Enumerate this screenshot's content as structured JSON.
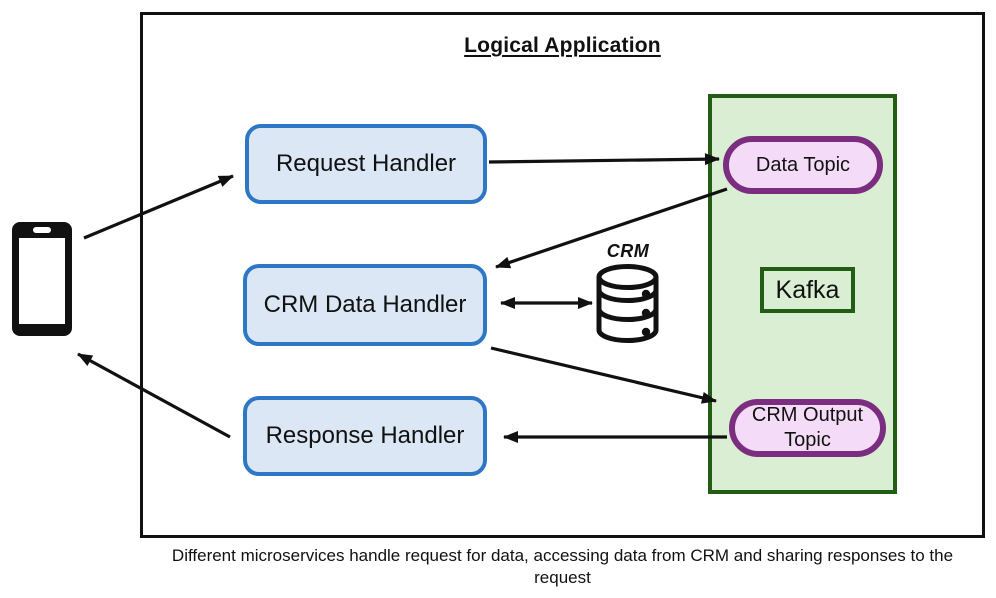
{
  "title": "Logical Application",
  "nodes": {
    "request_handler": "Request Handler",
    "crm_data_handler": "CRM Data Handler",
    "response_handler": "Response Handler",
    "kafka_label": "Kafka",
    "data_topic": "Data Topic",
    "crm_output_topic": "CRM Output Topic",
    "crm_database_label": "CRM"
  },
  "caption": "Different microservices handle request for data, accessing data from CRM and sharing responses to the request",
  "colors": {
    "handler-fill": "#dbe7f5",
    "handler-border": "#2e77c5",
    "kafka-fill": "#d9eed3",
    "kafka-border": "#235c15",
    "topic-fill": "#f4dcf8",
    "topic-border": "#7b2d80",
    "arrow": "#111111"
  }
}
